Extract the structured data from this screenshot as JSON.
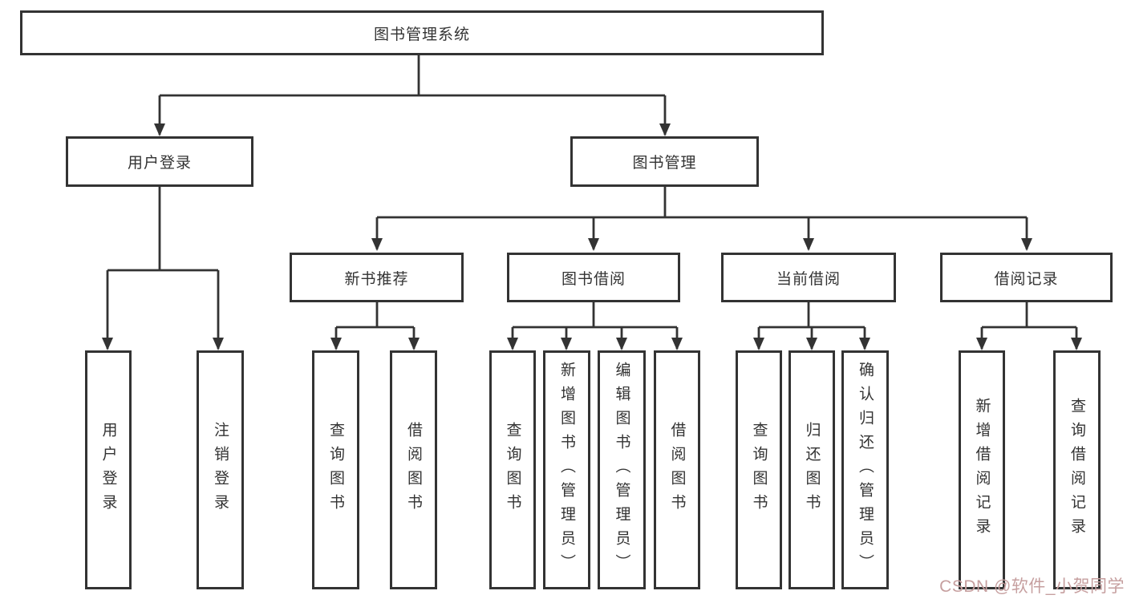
{
  "colors": {
    "line": "#333333",
    "box_border": "#333333",
    "box_fill": "#ffffff",
    "text": "#333333",
    "background": "#ffffff",
    "watermark": "#c69f9f"
  },
  "tree": {
    "root": {
      "label": "图书管理系统"
    },
    "branches": [
      {
        "label": "用户登录",
        "children": [
          {
            "label": "用户登录"
          },
          {
            "label": "注销登录"
          }
        ]
      },
      {
        "label": "图书管理",
        "groups": [
          {
            "label": "新书推荐",
            "children": [
              {
                "label": "查询图书"
              },
              {
                "label": "借阅图书"
              }
            ]
          },
          {
            "label": "图书借阅",
            "children": [
              {
                "label": "查询图书"
              },
              {
                "label": "新增图书（管理员）"
              },
              {
                "label": "编辑图书（管理员）"
              },
              {
                "label": "借阅图书"
              }
            ]
          },
          {
            "label": "当前借阅",
            "children": [
              {
                "label": "查询图书"
              },
              {
                "label": "归还图书"
              },
              {
                "label": "确认归还（管理员）"
              }
            ]
          },
          {
            "label": "借阅记录",
            "children": [
              {
                "label": "新增借阅记录"
              },
              {
                "label": "查询借阅记录"
              }
            ]
          }
        ]
      }
    ]
  },
  "watermark": {
    "text": "CSDN @软件_小贺同学"
  }
}
